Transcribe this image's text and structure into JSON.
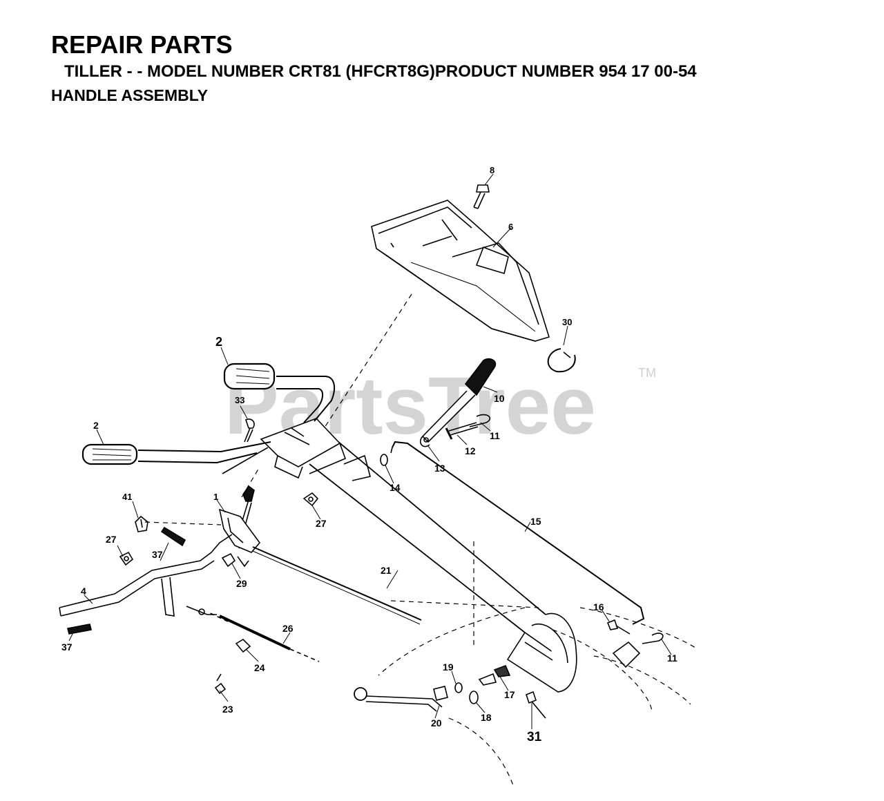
{
  "header": {
    "title": "REPAIR PARTS",
    "subtitle": "TILLER - - MODEL NUMBER CRT81 (HFCRT8G)PRODUCT NUMBER 954 17 00-54",
    "section": "HANDLE ASSEMBLY"
  },
  "watermark": {
    "text": "PartsTree",
    "trademark": "TM"
  },
  "callouts": {
    "c1": "1",
    "c2a": "2",
    "c2b": "2",
    "c4": "4",
    "c6": "6",
    "c8": "8",
    "c10": "10",
    "c11a": "11",
    "c11b": "11",
    "c12": "12",
    "c13": "13",
    "c14": "14",
    "c15": "15",
    "c16": "16",
    "c17": "17",
    "c18": "18",
    "c19": "19",
    "c20": "20",
    "c21": "21",
    "c23": "23",
    "c24": "24",
    "c26": "26",
    "c27a": "27",
    "c27b": "27",
    "c29": "29",
    "c30": "30",
    "c31": "31",
    "c33": "33",
    "c37a": "37",
    "c37b": "37",
    "c41": "41"
  },
  "colors": {
    "line": "#000000",
    "watermark": "#d4d4d4",
    "background": "#ffffff"
  }
}
